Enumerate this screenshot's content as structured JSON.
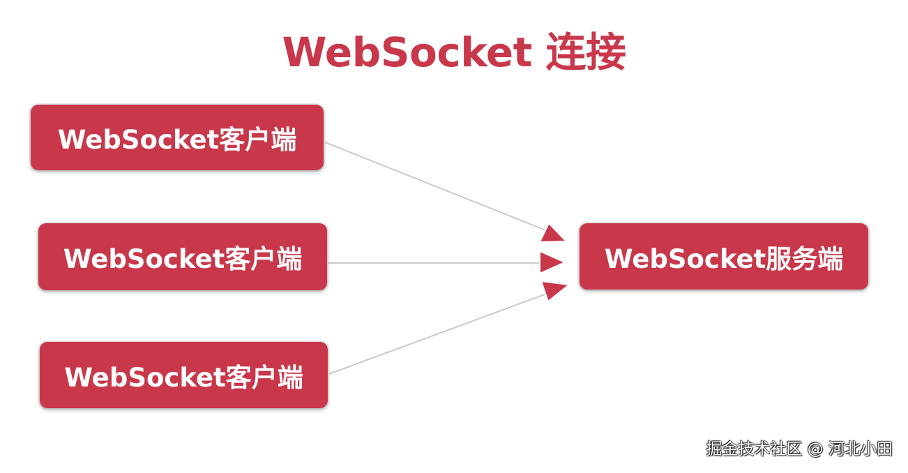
{
  "title": "WebSocket 连接",
  "clients": [
    {
      "label": "WebSocket客户端"
    },
    {
      "label": "WebSocket客户端"
    },
    {
      "label": "WebSocket客户端"
    }
  ],
  "server": {
    "label": "WebSocket服务端"
  },
  "watermark": "掘金技术社区 @ 河北小田",
  "colors": {
    "node_fill": "#c8374a",
    "node_text": "#ffffff",
    "arrow_line": "#c9c9c9",
    "arrow_head": "#c8374a",
    "title": "#c8374a"
  }
}
